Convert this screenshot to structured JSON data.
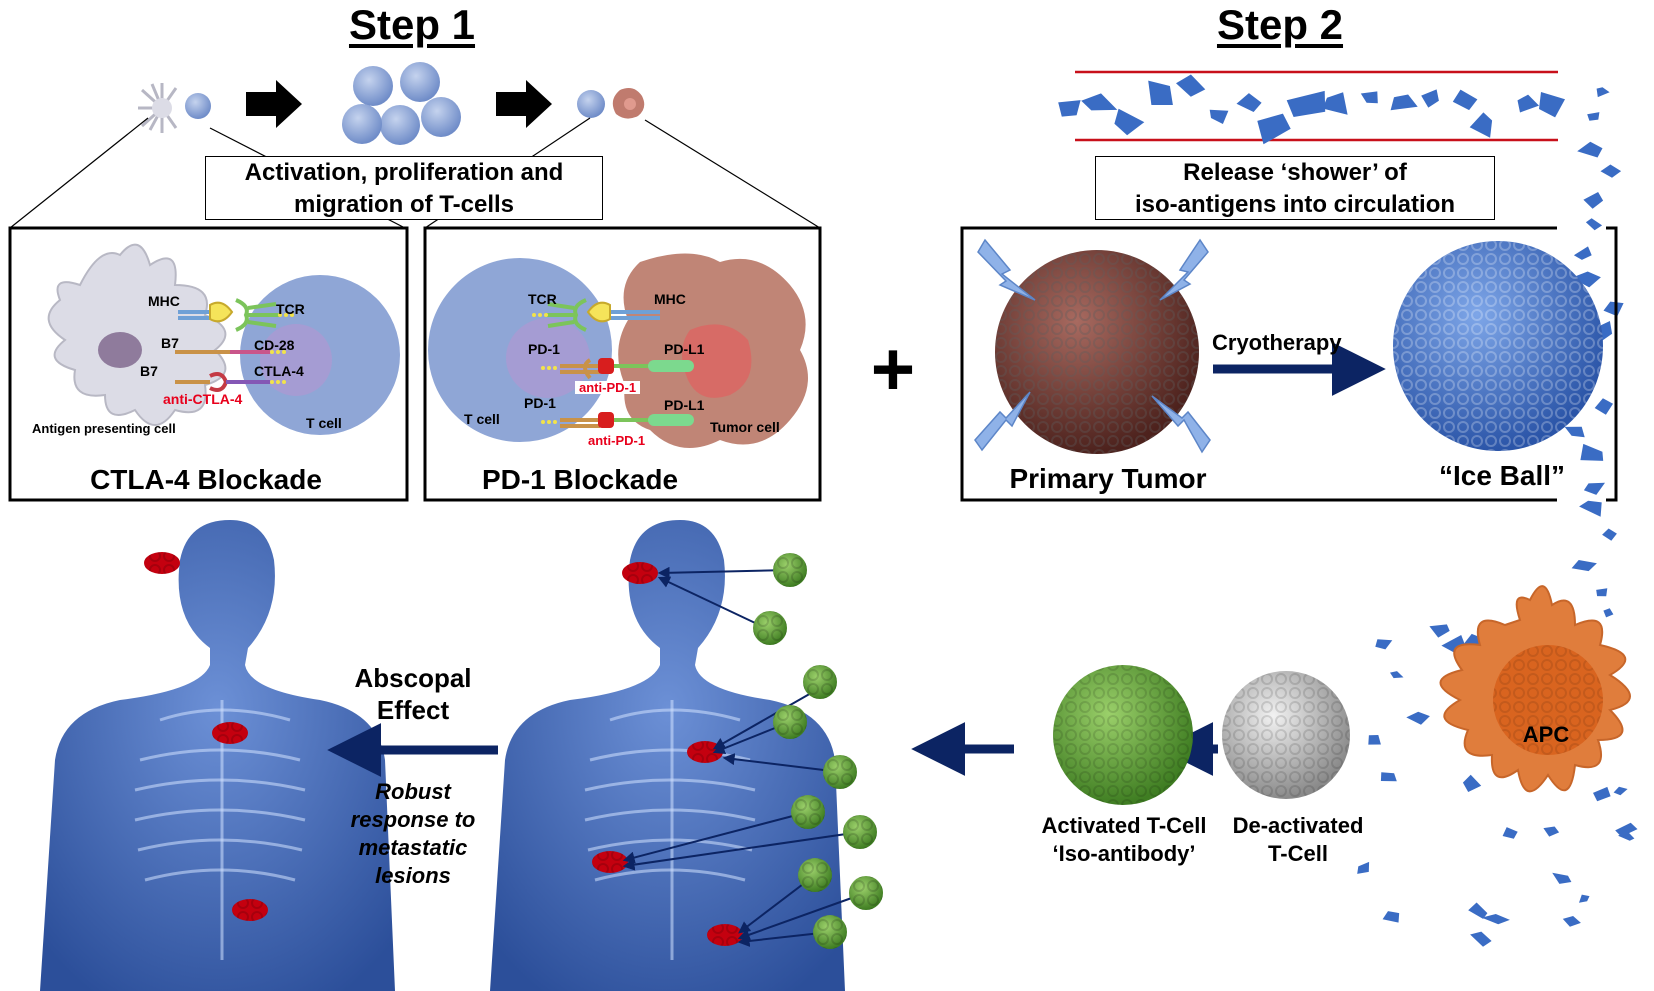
{
  "step1": {
    "title": "Step 1",
    "activation_box": [
      "Activation, proliferation and",
      "migration of T-cells"
    ],
    "ctla4_panel": {
      "title": "CTLA-4 Blockade",
      "labels": {
        "mhc": "MHC",
        "tcr": "TCR",
        "b7_a": "B7",
        "cd28": "CD-28",
        "b7_b": "B7",
        "ctla4": "CTLA-4",
        "anti": "anti-CTLA-4",
        "apc": "Antigen presenting cell",
        "tcell": "T cell"
      }
    },
    "pd1_panel": {
      "title": "PD-1 Blockade",
      "labels": {
        "tcr": "TCR",
        "mhc": "MHC",
        "pd1_a": "PD-1",
        "pdl1_a": "PD-L1",
        "anti_a": "anti-PD-1",
        "pd1_b": "PD-1",
        "pdl1_b": "PD-L1",
        "anti_b": "anti-PD-1",
        "tcell": "T cell",
        "tumor": "Tumor cell"
      }
    }
  },
  "plus": "+",
  "step2": {
    "title": "Step 2",
    "release_box": [
      "Release ‘shower’ of",
      "iso-antigens into circulation"
    ],
    "primary_tumor": "Primary Tumor",
    "cryotherapy": "Cryotherapy",
    "ice_ball": "“Ice Ball”",
    "apc": "APC",
    "deactivated": [
      "De-activated",
      "T-Cell"
    ],
    "activated": [
      "Activated T-Cell",
      "‘Iso-antibody’"
    ]
  },
  "abscopal": {
    "title": [
      "Abscopal",
      "Effect"
    ],
    "subtitle": [
      "Robust",
      "response to",
      "metastatic",
      "lesions"
    ]
  },
  "colors": {
    "accent_red": "#e8001c",
    "arrow_navy": "#0c2463",
    "body_blue": "#3f66b5",
    "fragment_blue": "#3a6cc4",
    "tcell_blue": "#8fa6d6",
    "tumor_brown": "#7a4038",
    "tcell_green": "#5e9a3a",
    "apc_orange": "#e07d3c"
  }
}
